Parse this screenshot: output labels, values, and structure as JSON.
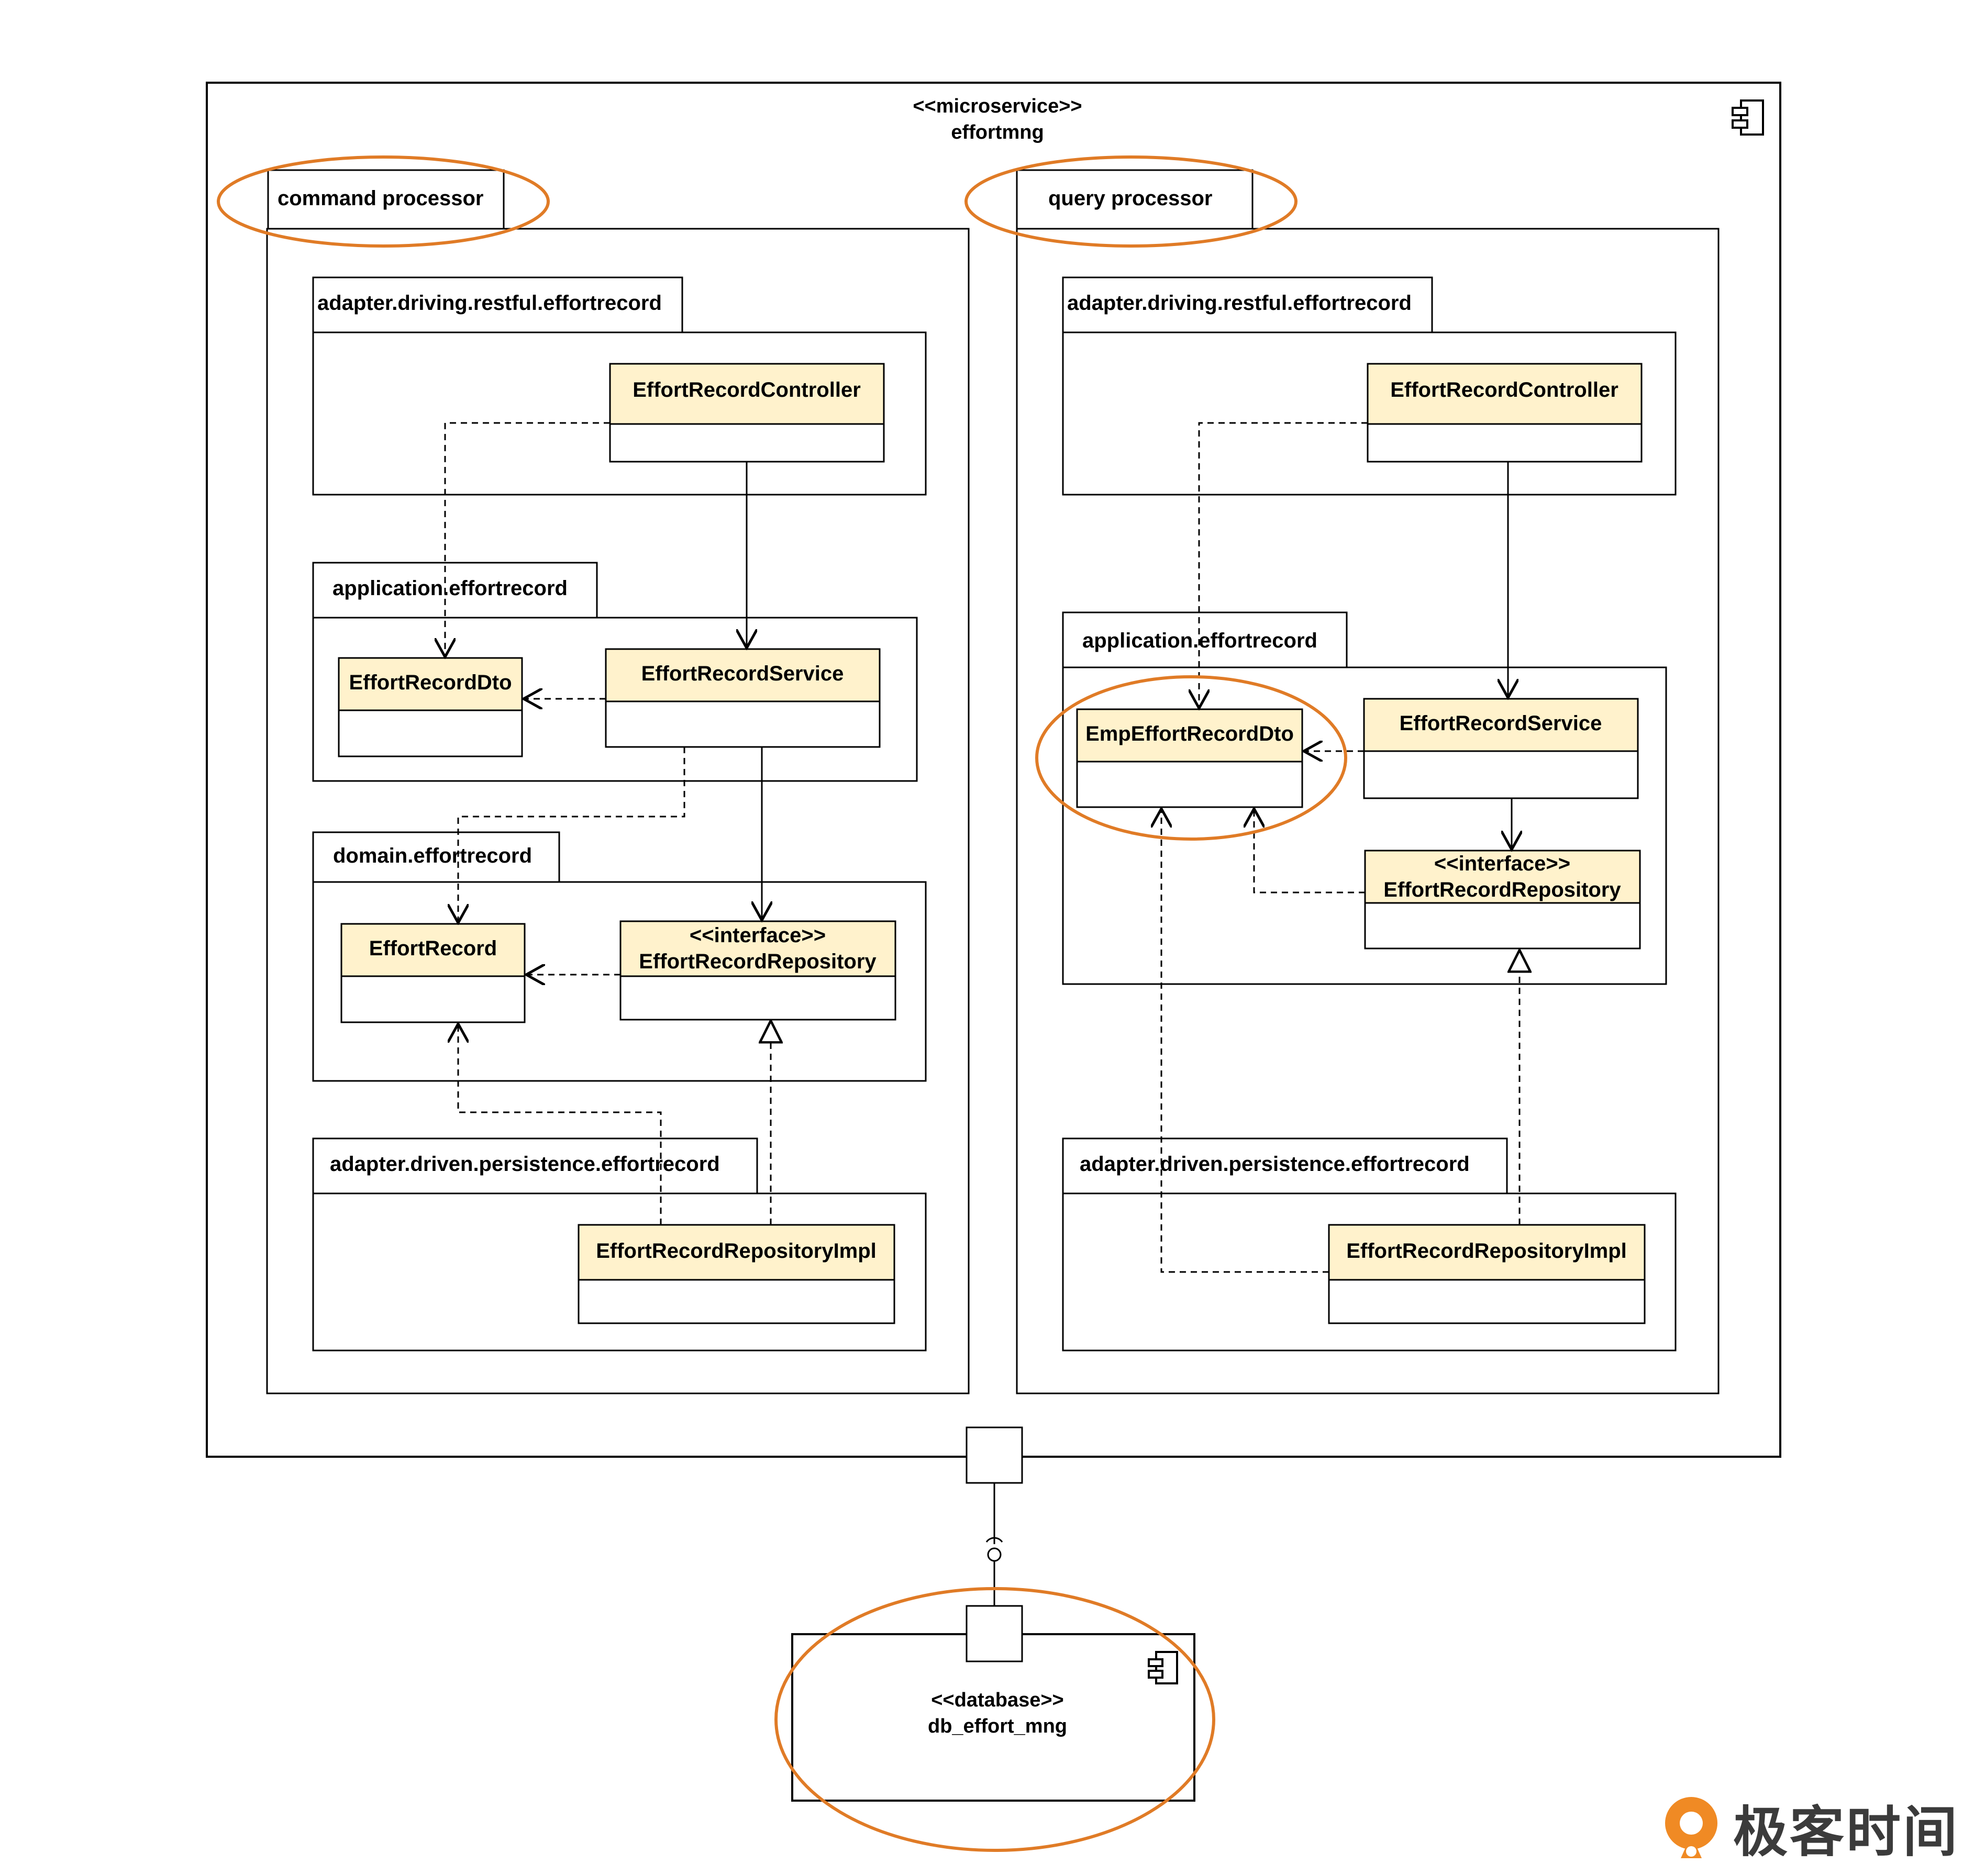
{
  "colors": {
    "line": "#000000",
    "class_fill": "#fff2cc",
    "highlight": "#e07b26",
    "watermark_icon": "#f08a24"
  },
  "microservice": {
    "stereotype": "<<microservice>>",
    "name": "effortmng",
    "icon": "component-icon"
  },
  "command_processor": {
    "label": "command processor",
    "pkg_driving": "adapter.driving.restful.effortrecord",
    "pkg_application": "application.effortrecord",
    "pkg_domain": "domain.effortrecord",
    "pkg_driven": "adapter.driven.persistence.effortrecord",
    "class_controller": "EffortRecordController",
    "class_dto": "EffortRecordDto",
    "class_service": "EffortRecordService",
    "class_entity": "EffortRecord",
    "repo_stereotype": "<<interface>>",
    "class_repository": "EffortRecordRepository",
    "class_repository_impl": "EffortRecordRepositoryImpl"
  },
  "query_processor": {
    "label": "query processor",
    "pkg_driving": "adapter.driving.restful.effortrecord",
    "pkg_application": "application.effortrecord",
    "pkg_driven": "adapter.driven.persistence.effortrecord",
    "class_controller": "EffortRecordController",
    "class_dto": "EmpEffortRecordDto",
    "class_service": "EffortRecordService",
    "repo_stereotype": "<<interface>>",
    "class_repository": "EffortRecordRepository",
    "class_repository_impl": "EffortRecordRepositoryImpl"
  },
  "database": {
    "stereotype": "<<database>>",
    "name": "db_effort_mng",
    "icon": "component-icon"
  },
  "watermark": {
    "text": "极客时间",
    "icon": "geektime-logo-icon"
  }
}
